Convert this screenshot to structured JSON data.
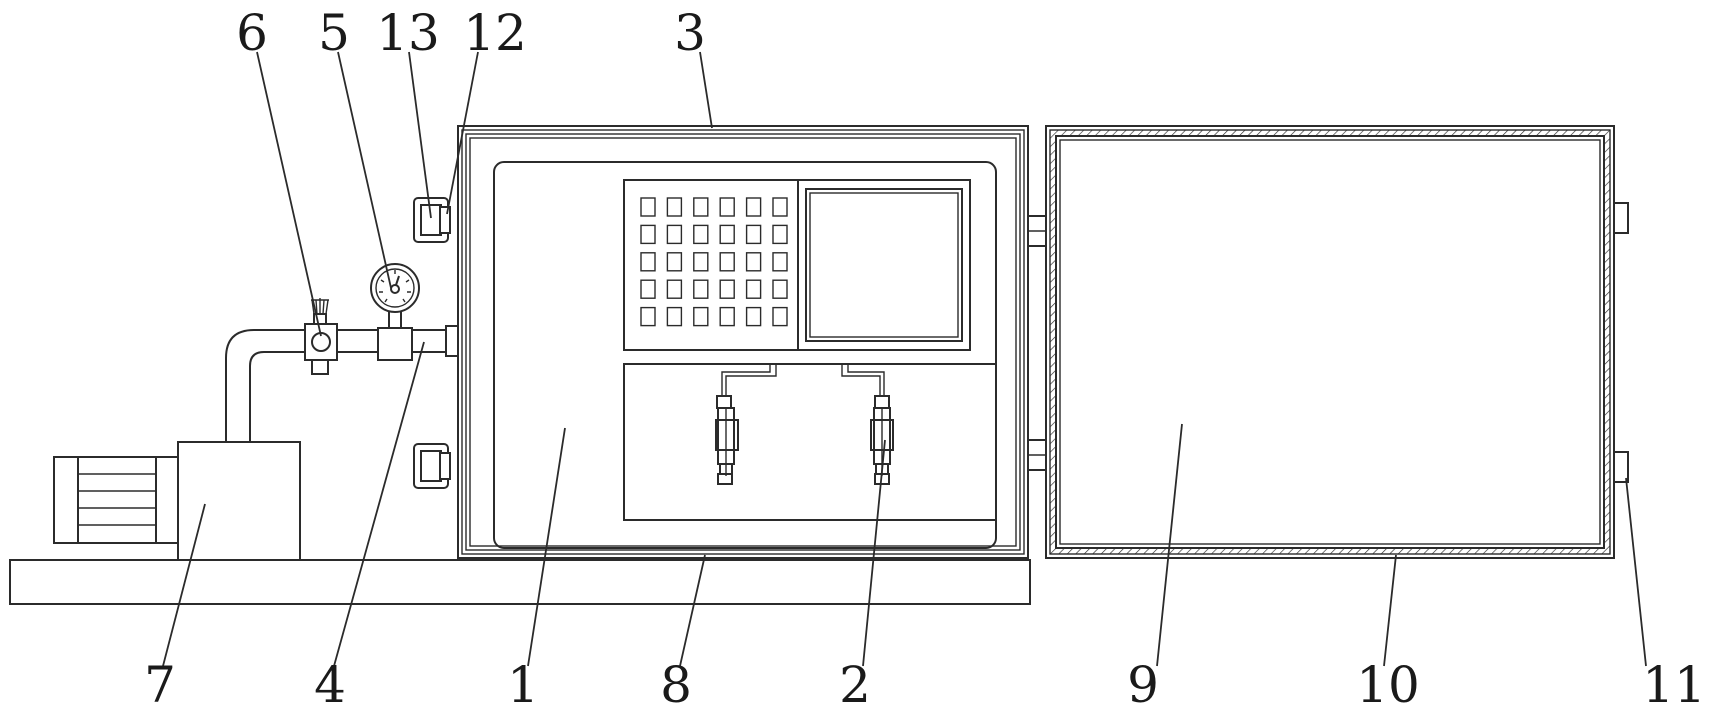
{
  "callouts": {
    "c1": "1",
    "c2": "2",
    "c3": "3",
    "c4": "4",
    "c5": "5",
    "c6": "6",
    "c7": "7",
    "c8": "8",
    "c9": "9",
    "c10": "10",
    "c11": "11",
    "c12": "12",
    "c13": "13"
  },
  "keypad": {
    "rows": 5,
    "cols": 6
  }
}
